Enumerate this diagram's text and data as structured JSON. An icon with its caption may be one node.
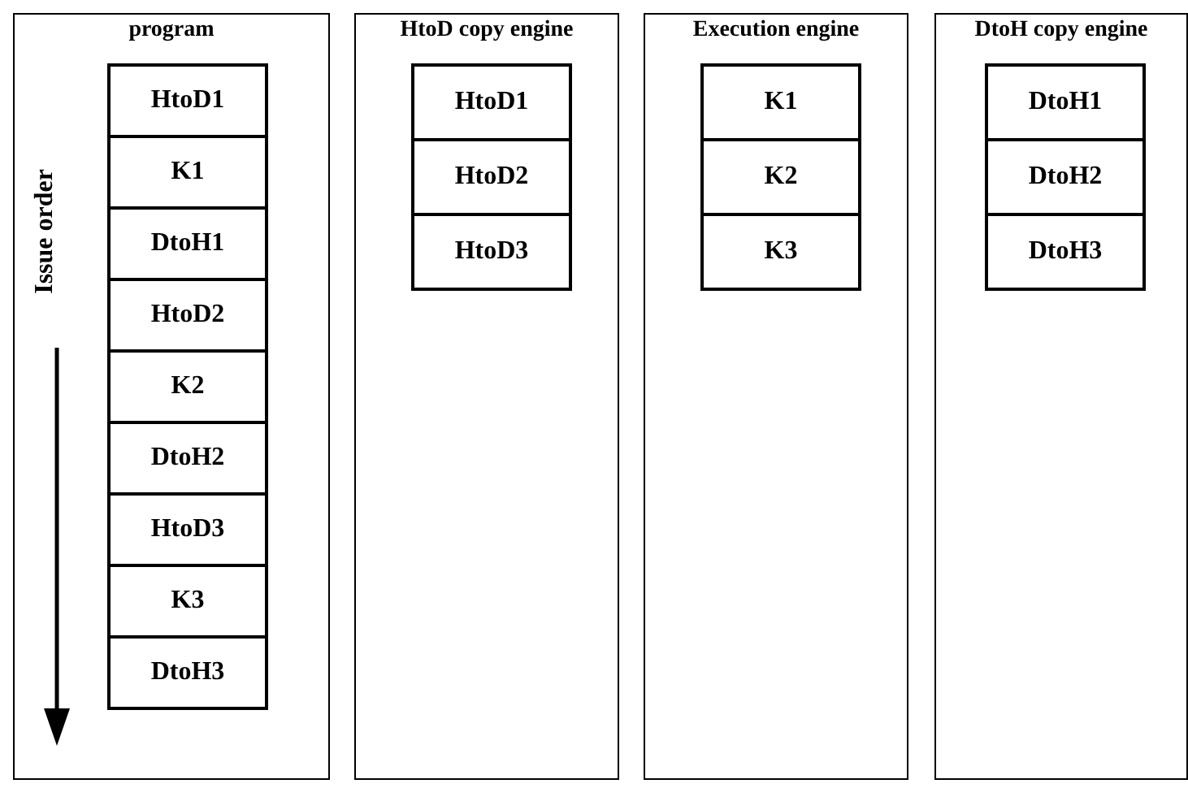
{
  "diagram": {
    "nodes": [
      {
        "text": [
          "program"
        ]
      },
      {
        "text": [
          "HtoD1"
        ],
        "in": 0
      },
      {
        "text": [
          "K1"
        ],
        "in": 0
      },
      {
        "text": [
          "DtoH1"
        ],
        "in": 0
      },
      {
        "text": [
          "HtoD2"
        ],
        "in": 0
      },
      {
        "text": [
          "K2"
        ],
        "in": 0
      },
      {
        "text": [
          "DtoH2"
        ],
        "in": 0
      },
      {
        "text": [
          "HtoD3"
        ],
        "in": 0
      },
      {
        "text": [
          "K3"
        ],
        "in": 0
      },
      {
        "text": [
          "DtoH3"
        ],
        "in": 0
      },
      {
        "text": [
          "HtoD copy engine"
        ]
      },
      {
        "text": [
          "HtoD1"
        ],
        "in": 10
      },
      {
        "text": [
          "HtoD2"
        ],
        "in": 10
      },
      {
        "text": [
          "HtoD3"
        ],
        "in": 10
      },
      {
        "text": [
          "Execution engine"
        ]
      },
      {
        "text": [
          "K1"
        ],
        "in": 14
      },
      {
        "text": [
          "K2"
        ],
        "in": 14
      },
      {
        "text": [
          "K3"
        ],
        "in": 14
      },
      {
        "text": [
          "DtoH copy engine"
        ]
      },
      {
        "text": [
          "DtoH1"
        ],
        "in": 18
      },
      {
        "text": [
          "DtoH2"
        ],
        "in": 18
      },
      {
        "text": [
          "DtoH3"
        ],
        "in": 18
      }
    ],
    "edges": [],
    "labels": [
      "Issue order"
    ]
  }
}
